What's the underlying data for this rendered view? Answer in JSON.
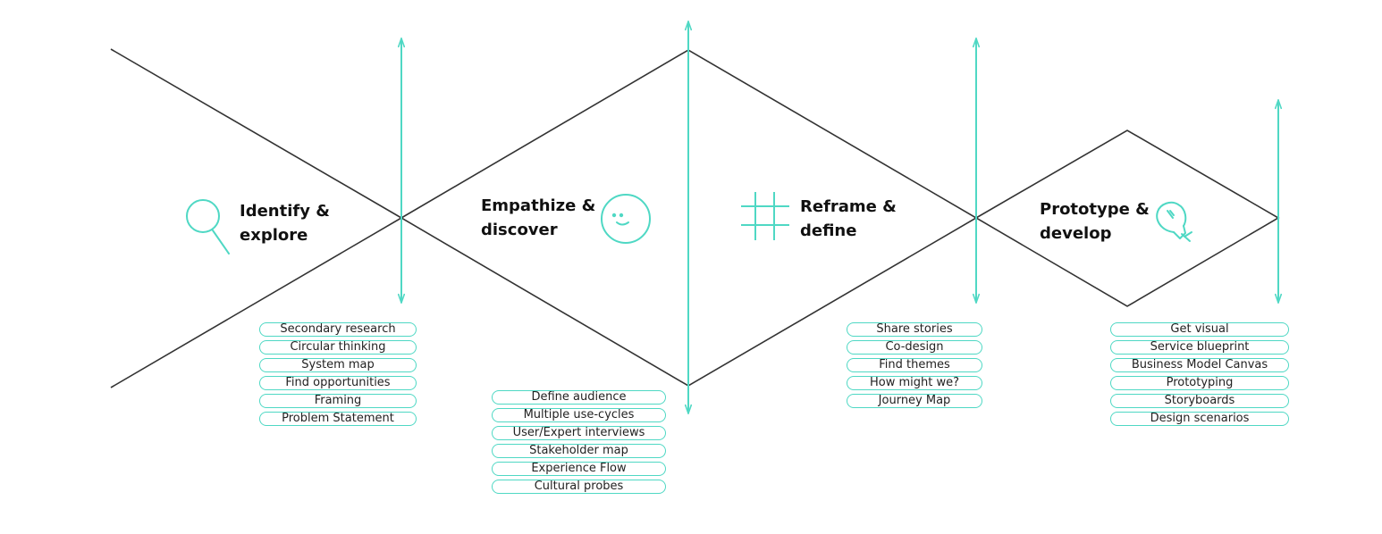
{
  "colors": {
    "accent": "#4fd8c4",
    "line": "#333333",
    "text": "#111111"
  },
  "phases": [
    {
      "title_line1": "Identify &",
      "title_line2": "explore",
      "icon": "magnifier-icon",
      "methods": [
        "Secondary research",
        "Circular thinking",
        "System map",
        "Find opportunities",
        "Framing",
        "Problem Statement"
      ]
    },
    {
      "title_line1": "Empathize &",
      "title_line2": "discover",
      "icon": "smiley-face-icon",
      "methods": [
        "Define audience",
        "Multiple use-cycles",
        "User/Expert interviews",
        "Stakeholder map",
        "Experience Flow",
        "Cultural probes"
      ]
    },
    {
      "title_line1": "Reframe &",
      "title_line2": "define",
      "icon": "hashtag-grid-icon",
      "methods": [
        "Share stories",
        "Co-design",
        "Find themes",
        "How might we?",
        "Journey Map"
      ]
    },
    {
      "title_line1": "Prototype &",
      "title_line2": "develop",
      "icon": "lightbulb-tool-icon",
      "methods": [
        "Get visual",
        "Service blueprint",
        "Business Model Canvas",
        "Prototyping",
        "Storyboards",
        "Design scenarios"
      ]
    }
  ]
}
